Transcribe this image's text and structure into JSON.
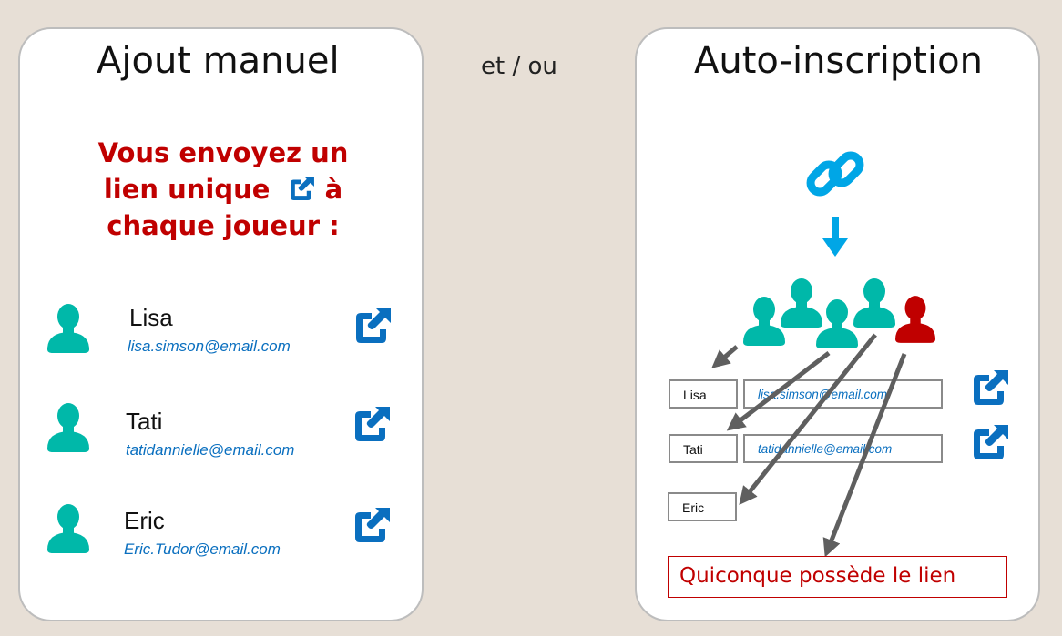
{
  "left": {
    "title": "Ajout manuel",
    "intro": "Vous envoyez un lien unique",
    "intro_end": "à",
    "intro_line3": "chaque joueur :",
    "players": [
      {
        "name": "Lisa",
        "email": "lisa.simson@email.com"
      },
      {
        "name": "Tati",
        "email": "tatidannielle@email.com"
      },
      {
        "name": "Eric",
        "email": "Eric.Tudor@email.com"
      }
    ]
  },
  "separator": "et / ou",
  "right": {
    "title": "Auto-inscription",
    "entries": [
      {
        "name": "Lisa",
        "email": "lisa.simson@email.com"
      },
      {
        "name": "Tati",
        "email": "tatidannielle@email.com"
      },
      {
        "name": "Eric"
      }
    ],
    "anyone": "Quiconque possède le lien"
  },
  "colors": {
    "teal": "#00b8a9",
    "red": "#c00000",
    "blue": "#0a6fbf",
    "link": "#00a6e6",
    "arrow": "#5f5f5f"
  }
}
